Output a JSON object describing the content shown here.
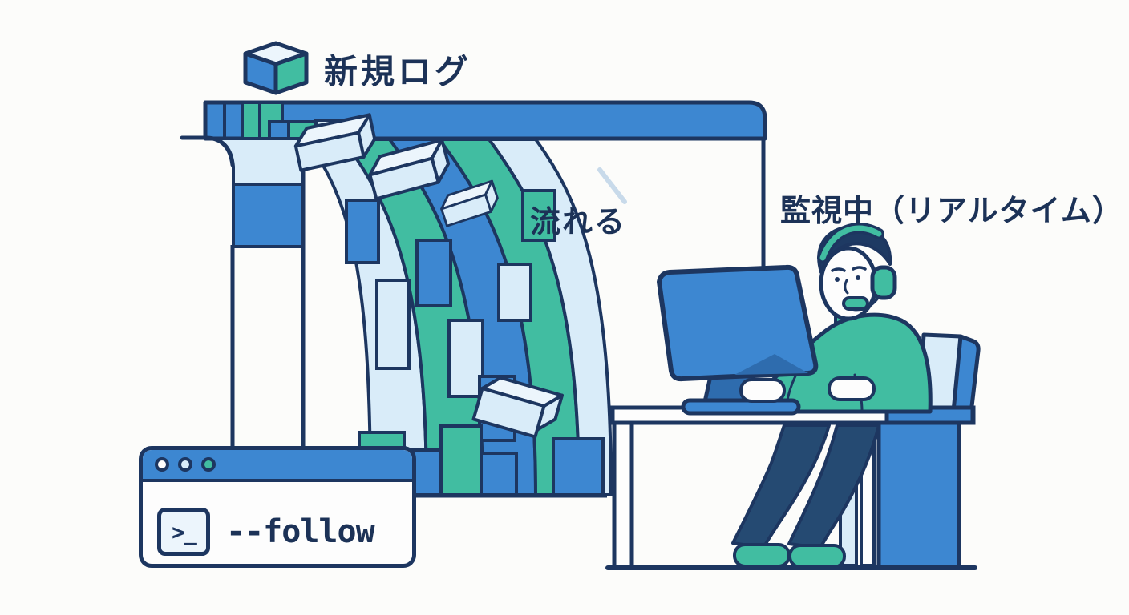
{
  "labels": {
    "new_log": "新規ログ",
    "flow": "流れる",
    "monitoring": "監視中（リアルタイム）"
  },
  "terminal": {
    "command": "--follow",
    "prompt_glyph": ">_"
  },
  "icons": {
    "new_log_cube": "isometric-cube",
    "flow_arrow": "curved-down-arrow",
    "terminal_prompt": "prompt-in-rounded-square",
    "window_dots": "three-traffic-dots"
  },
  "colors": {
    "blue": "#3d87d1",
    "blue_dark": "#2e6cae",
    "teal": "#41bda1",
    "light_blue": "#d9ecf9",
    "lighter_blue": "#ecf5fc",
    "navy": "#1d3660",
    "text": "#1c3257",
    "arrow": "#c8daea",
    "pants": "#254a72",
    "hair": "#1e3a63",
    "white": "#fdfdfd",
    "background": "#fcfcfa"
  }
}
